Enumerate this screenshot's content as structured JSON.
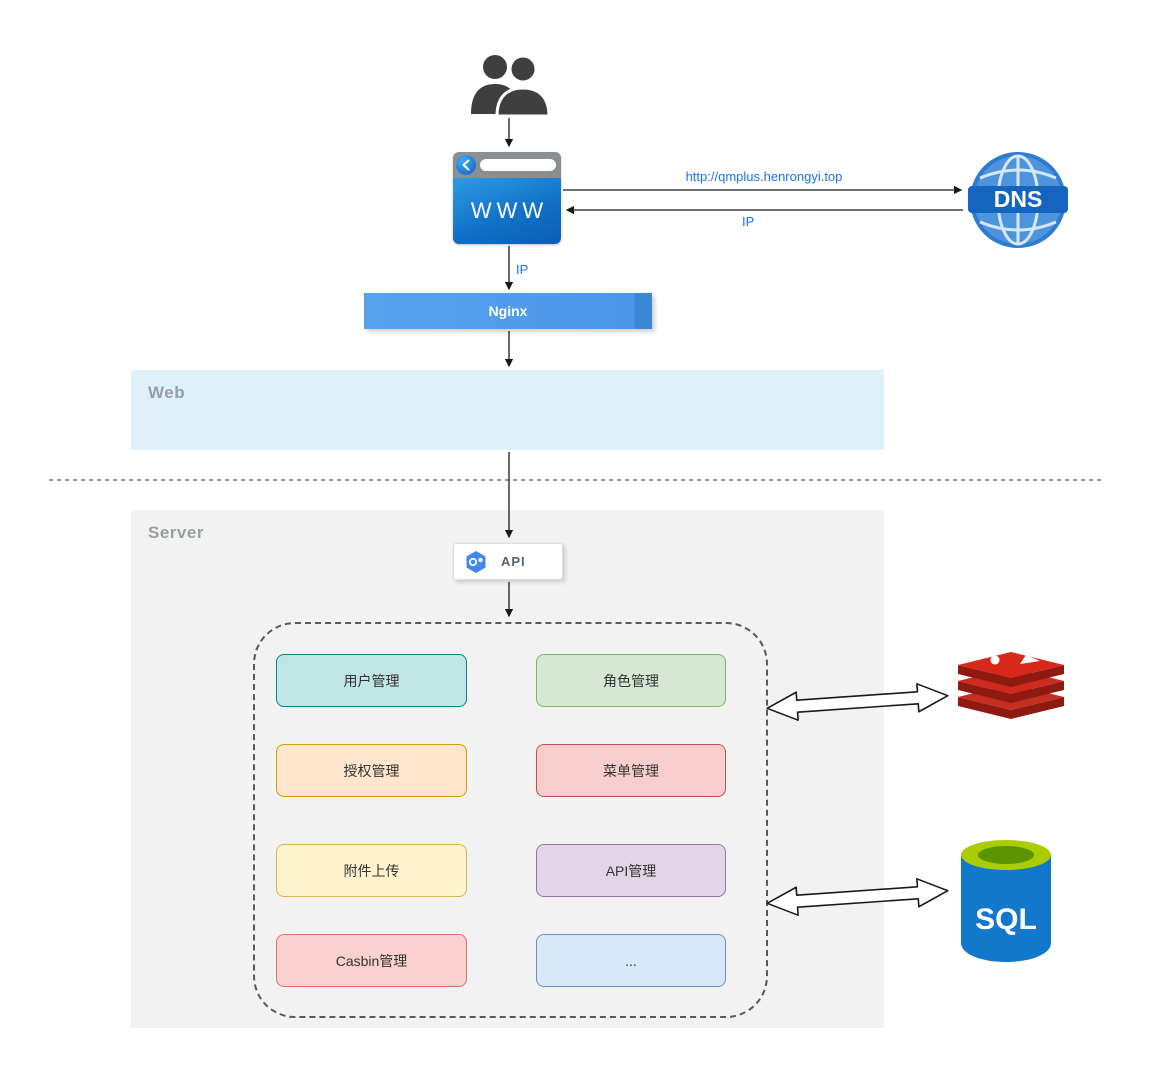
{
  "browser": {
    "label": "WWW"
  },
  "dns": {
    "label": "DNS"
  },
  "nginx": {
    "label": "Nginx"
  },
  "zones": {
    "web": "Web",
    "server": "Server"
  },
  "api": {
    "label": "API"
  },
  "edges": {
    "request_url": "http://qmplus.henrongyi.top",
    "dns_response": "IP",
    "to_nginx": "IP"
  },
  "modules": [
    {
      "label": "用户管理",
      "fill": "#bfe5e4",
      "border": "#0e8088"
    },
    {
      "label": "角色管理",
      "fill": "#d5e8d4",
      "border": "#82b366"
    },
    {
      "label": "授权管理",
      "fill": "#ffe6cc",
      "border": "#d79b00"
    },
    {
      "label": "菜单管理",
      "fill": "#f8cecc",
      "border": "#b85450"
    },
    {
      "label": "附件上传",
      "fill": "#fff2cc",
      "border": "#d6b656"
    },
    {
      "label": "API管理",
      "fill": "#e1d5e7",
      "border": "#9673a6"
    },
    {
      "label": "Casbin管理",
      "fill": "#fad1ce",
      "border": "#e0726a"
    },
    {
      "label": "...",
      "fill": "#dae8fc",
      "border": "#6c8ebf"
    }
  ],
  "datastores": {
    "sql_label": "SQL"
  },
  "icons": {
    "users": "users-icon",
    "dns": "dns-globe-icon",
    "redis": "redis-database-icon",
    "sql": "sql-database-icon",
    "api": "api-hexagon-icon"
  }
}
